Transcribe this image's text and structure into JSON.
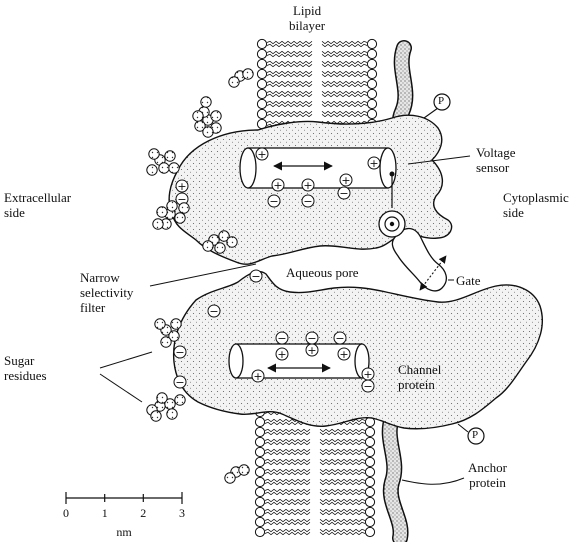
{
  "labels": {
    "lipid_bilayer": [
      "Lipid",
      "bilayer"
    ],
    "voltage_sensor": [
      "Voltage",
      "sensor"
    ],
    "extracellular_side": [
      "Extracellular",
      "side"
    ],
    "cytoplasmic_side": [
      "Cytoplasmic",
      "side"
    ],
    "aqueous_pore": "Aqueous pore",
    "gate": "Gate",
    "narrow_filter": [
      "Narrow",
      "selectivity",
      "filter"
    ],
    "sugar_residues": [
      "Sugar",
      "residues"
    ],
    "channel_protein": [
      "Channel",
      "protein"
    ],
    "anchor_protein": [
      "Anchor",
      "protein"
    ],
    "phosphate_symbol": "P"
  },
  "scale_bar": {
    "ticks": [
      "0",
      "1",
      "2",
      "3"
    ],
    "unit": "nm"
  },
  "colors": {
    "ink": "#111111",
    "protein_fill": "#f1f1f1",
    "background": "#ffffff"
  }
}
